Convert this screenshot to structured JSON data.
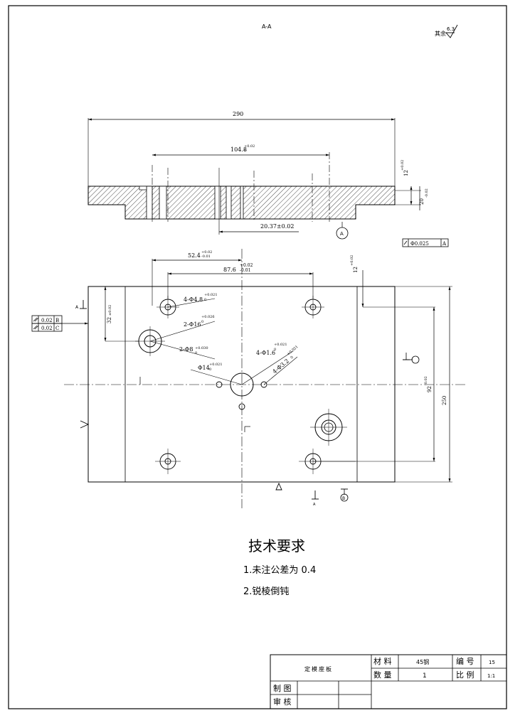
{
  "section_label": "A-A",
  "roughness": {
    "prefix": "其余",
    "value": "6.3"
  },
  "dims": {
    "overall_length": "290",
    "span_104": "104.8",
    "span_104_tol": "+0.02",
    "span_104_tol2": "0",
    "dim_20_37": "20.37±0.02",
    "dim_12_side": "12",
    "dim_12_side_tol": "+0.02",
    "dim_20_side": "20",
    "dim_20_side_tol": "-0.02",
    "dim_52_4": "52.4",
    "dim_52_4_tol": "+0.02",
    "dim_52_4_tol2": "-0.01",
    "dim_87_6": "87.6",
    "dim_87_6_tol": "+0.02",
    "dim_87_6_tol2": "-0.01",
    "dim_32": "32",
    "dim_32_tol": "±0.02",
    "dim_12_plan": "12",
    "dim_12_plan_tol": "+0.02",
    "dim_92": "92",
    "dim_92_tol": "-0.02",
    "dim_250": "250"
  },
  "holes": {
    "h1": "4-Φ4.8",
    "h1_tol": "+0.021",
    "h1_tol2": "0",
    "h2": "2-Φ16",
    "h2_tol": "+0.026",
    "h2_tol2": "0",
    "h3": "2-Φ8",
    "h3_tol": "+0.030",
    "h3_tol2": "0",
    "h4": "Φ14",
    "h4_tol": "+0.021",
    "h4_tol2": "0",
    "h5": "4-Φ1.6",
    "h5_tol": "+0.021",
    "h5_tol2": "0",
    "h6": "4-Φ3.2",
    "h6_tol": "+0.021",
    "h6_tol2": "0"
  },
  "tolerances": {
    "flatness": "Φ0.025",
    "flatness_datum": "A",
    "parallel_b": "0.02",
    "datum_b": "B",
    "parallel_c": "0.02",
    "datum_c": "C"
  },
  "datums": {
    "a": "A",
    "b": "B"
  },
  "tech": {
    "title": "技术要求",
    "note1": "1.未注公差为 0.4",
    "note2": "2.锐棱倒钝"
  },
  "title_block": {
    "part_name": "定模座板",
    "material_label": "材 料",
    "material_value": "45钢",
    "qty_label": "数 量",
    "qty_value": "1",
    "no_label": "编 号",
    "no_value": "15",
    "scale_label": "比 例",
    "scale_value": "1:1",
    "drawn_label": "制 图",
    "check_label": "审 核"
  }
}
